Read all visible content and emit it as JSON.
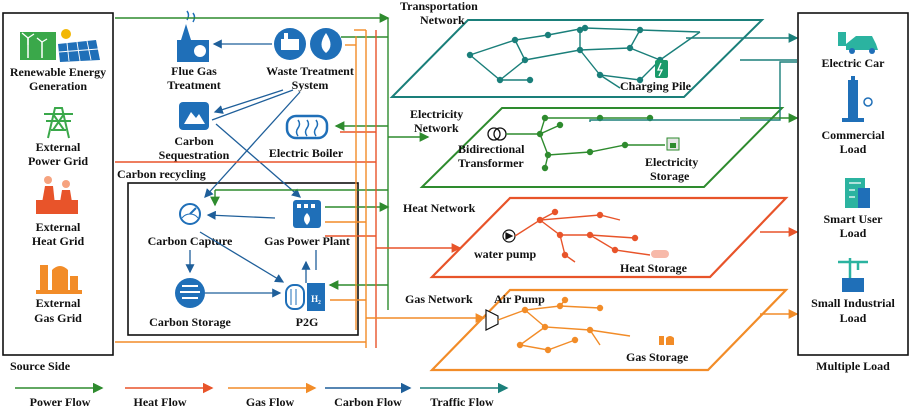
{
  "source_side": {
    "title": "Source Side",
    "items": [
      {
        "line1": "Renewable Energy",
        "line2": "Generation",
        "icon": "wind-solar-icon"
      },
      {
        "line1": "External",
        "line2": "Power Grid",
        "icon": "power-tower-icon"
      },
      {
        "line1": "External",
        "line2": "Heat Grid",
        "icon": "factory-icon"
      },
      {
        "line1": "External",
        "line2": "Gas Grid",
        "icon": "gas-plant-icon"
      }
    ]
  },
  "components": {
    "flue_gas": {
      "line1": "Flue Gas",
      "line2": "Treatment"
    },
    "waste": {
      "line1": "Waste Treatment",
      "line2": "System"
    },
    "carbon_seq": {
      "line1": "Carbon",
      "line2": "Sequestration"
    },
    "electric_boiler": {
      "label": "Electric Boiler"
    },
    "carbon_recycling": {
      "label": "Carbon recycling"
    },
    "carbon_capture": {
      "label": "Carbon Capture"
    },
    "gas_power_plant": {
      "label": "Gas Power Plant"
    },
    "carbon_storage": {
      "label": "Carbon Storage"
    },
    "p2g": {
      "label": "P2G",
      "badge": "H₂"
    }
  },
  "networks": {
    "transportation": {
      "line1": "Transportation",
      "line2": "Network",
      "device": "Charging Pile"
    },
    "electricity": {
      "line1": "Electricity",
      "line2": "Network",
      "device1_line1": "Bidirectional",
      "device1_line2": "Transformer",
      "device2_line1": "Electricity",
      "device2_line2": "Storage"
    },
    "heat": {
      "label": "Heat Network",
      "device1": "water pump",
      "device2": "Heat Storage"
    },
    "gas": {
      "label": "Gas Network",
      "device1": "Air Pump",
      "device2": "Gas Storage"
    }
  },
  "loads": {
    "title": "Multiple Load",
    "items": [
      {
        "line1": "Electric Car",
        "line2": "",
        "icon": "electric-car-icon"
      },
      {
        "line1": "Commercial",
        "line2": "Load",
        "icon": "commercial-tower-icon"
      },
      {
        "line1": "Smart User",
        "line2": "Load",
        "icon": "building-icon"
      },
      {
        "line1": "Small Industrial",
        "line2": "Load",
        "icon": "crane-icon"
      }
    ]
  },
  "legend": [
    {
      "label": "Power Flow",
      "color": "#2e8b2e"
    },
    {
      "label": "Heat Flow",
      "color": "#e8542a"
    },
    {
      "label": "Gas Flow",
      "color": "#f28c28"
    },
    {
      "label": "Carbon Flow",
      "color": "#1f5f9a"
    },
    {
      "label": "Traffic Flow",
      "color": "#1a7f7a"
    }
  ],
  "colors": {
    "power": "#2e8b2e",
    "heat": "#e8542a",
    "gas": "#f28c28",
    "carbon": "#1f5f9a",
    "traffic": "#1a7f7a",
    "icon_blue": "#1f6fb8"
  }
}
